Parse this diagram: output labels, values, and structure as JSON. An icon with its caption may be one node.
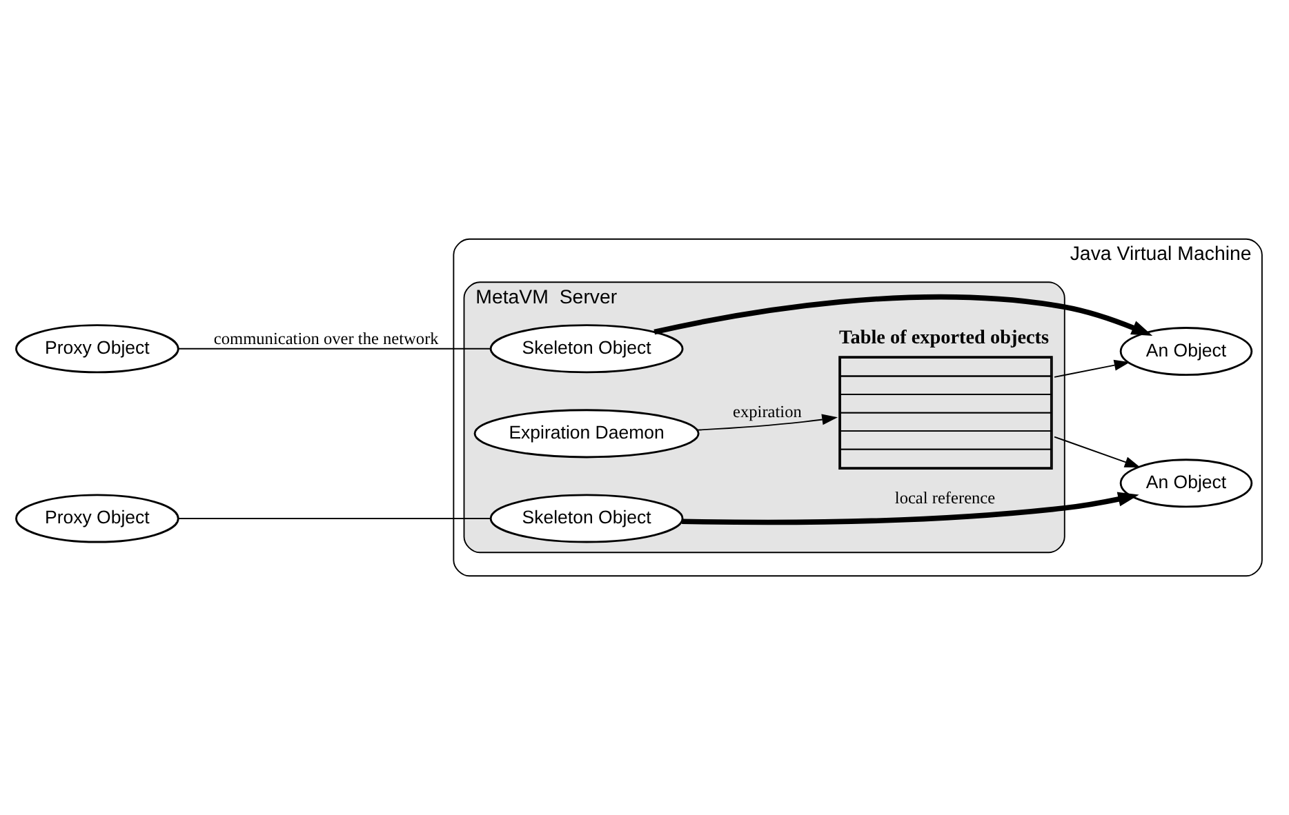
{
  "diagram": {
    "nodes": [
      {
        "text": [
          "Java Virtual Machine"
        ]
      },
      {
        "text": [
          "MetaVM  Server"
        ],
        "in": 0
      },
      {
        "text": [
          "Table of exported objects"
        ],
        "in": 1
      },
      {
        "text": [
          "Expiration Daemon"
        ],
        "in": 1
      },
      {
        "text": [
          "Skeleton Object"
        ],
        "in": 1
      },
      {
        "text": [
          "Skeleton Object"
        ],
        "in": 1
      },
      {
        "text": [
          "An Object"
        ],
        "in": 0
      },
      {
        "text": [
          "An Object"
        ],
        "in": 0
      },
      {
        "text": [
          "Proxy Object"
        ]
      },
      {
        "text": [
          "Proxy Object"
        ]
      }
    ],
    "edges": [
      {
        "from": 3,
        "to": 2,
        "arrow": "to",
        "label": "expiration"
      },
      {
        "from": 2,
        "to": 6,
        "arrow": "to"
      },
      {
        "from": 2,
        "to": 7,
        "arrow": "to"
      },
      {
        "from": 8,
        "to": 4,
        "arrow": "none"
      },
      {
        "from": 4,
        "to": 6,
        "arrow": "to",
        "label": "local reference",
        "style": "thick"
      },
      {
        "from": 9,
        "to": 5,
        "arrow": "none",
        "label": "communication over the network"
      },
      {
        "from": 5,
        "to": 7,
        "arrow": "to",
        "style": "thick"
      }
    ]
  }
}
